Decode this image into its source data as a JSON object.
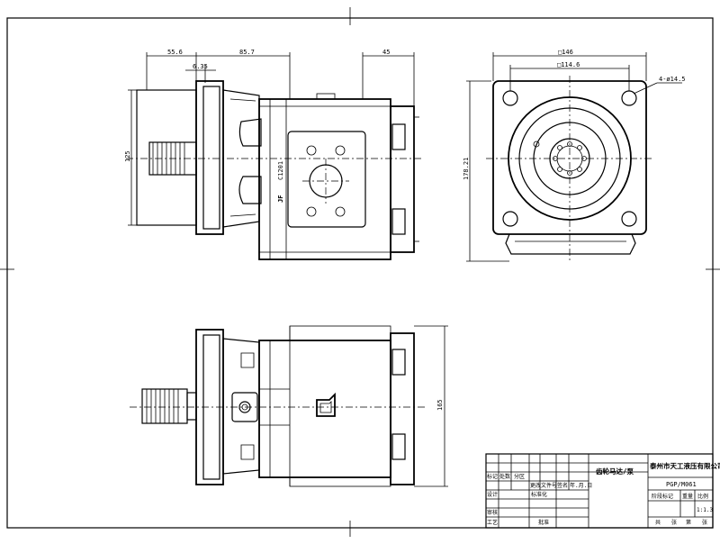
{
  "dimensions": {
    "d55_6": "55.6",
    "d6_35": "6.35",
    "d85_7": "85.7",
    "d45": "45",
    "d125": "125",
    "sq146": "□146",
    "sq114_6": "□114.6",
    "holes": "4-ø14.5",
    "d178_21": "178.21",
    "d165": "165"
  },
  "nameplate": {
    "brand": "JF",
    "model": "C1201"
  },
  "title_block": {
    "product_name": "齿轮马达/泵",
    "company": "泰州市天工液压有限公司",
    "drawing_no": "PGP/M061",
    "scale": "1:1.3",
    "col_stage": "阶段标记",
    "col_weight": "重量",
    "col_ratio": "比例",
    "sheet_total": "共",
    "sheet_label": "张",
    "sheet_no": "第",
    "sheet_label2": "张",
    "rev_headers": [
      "标记",
      "处数",
      "分区",
      "更改文件号",
      "签名",
      "年.月.日"
    ],
    "role_design": "设计",
    "role_standard": "标准化",
    "role_check": "审核",
    "role_process": "工艺",
    "role_approve": "批准"
  }
}
